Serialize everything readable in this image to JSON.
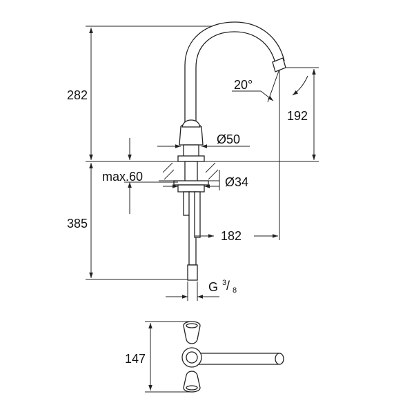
{
  "diagram": {
    "dimensions": {
      "total_height_above": "282",
      "spout_angle": "20°",
      "spout_height": "192",
      "body_diameter": "Ø50",
      "max_thickness": "max.60",
      "hole_diameter": "Ø34",
      "depth_below": "385",
      "spout_reach": "182",
      "thread_base": "G",
      "thread_num": "3",
      "thread_den": "8",
      "plan_width": "147"
    },
    "colors": {
      "line": "#222222",
      "background": "#ffffff",
      "text": "#111111"
    }
  }
}
